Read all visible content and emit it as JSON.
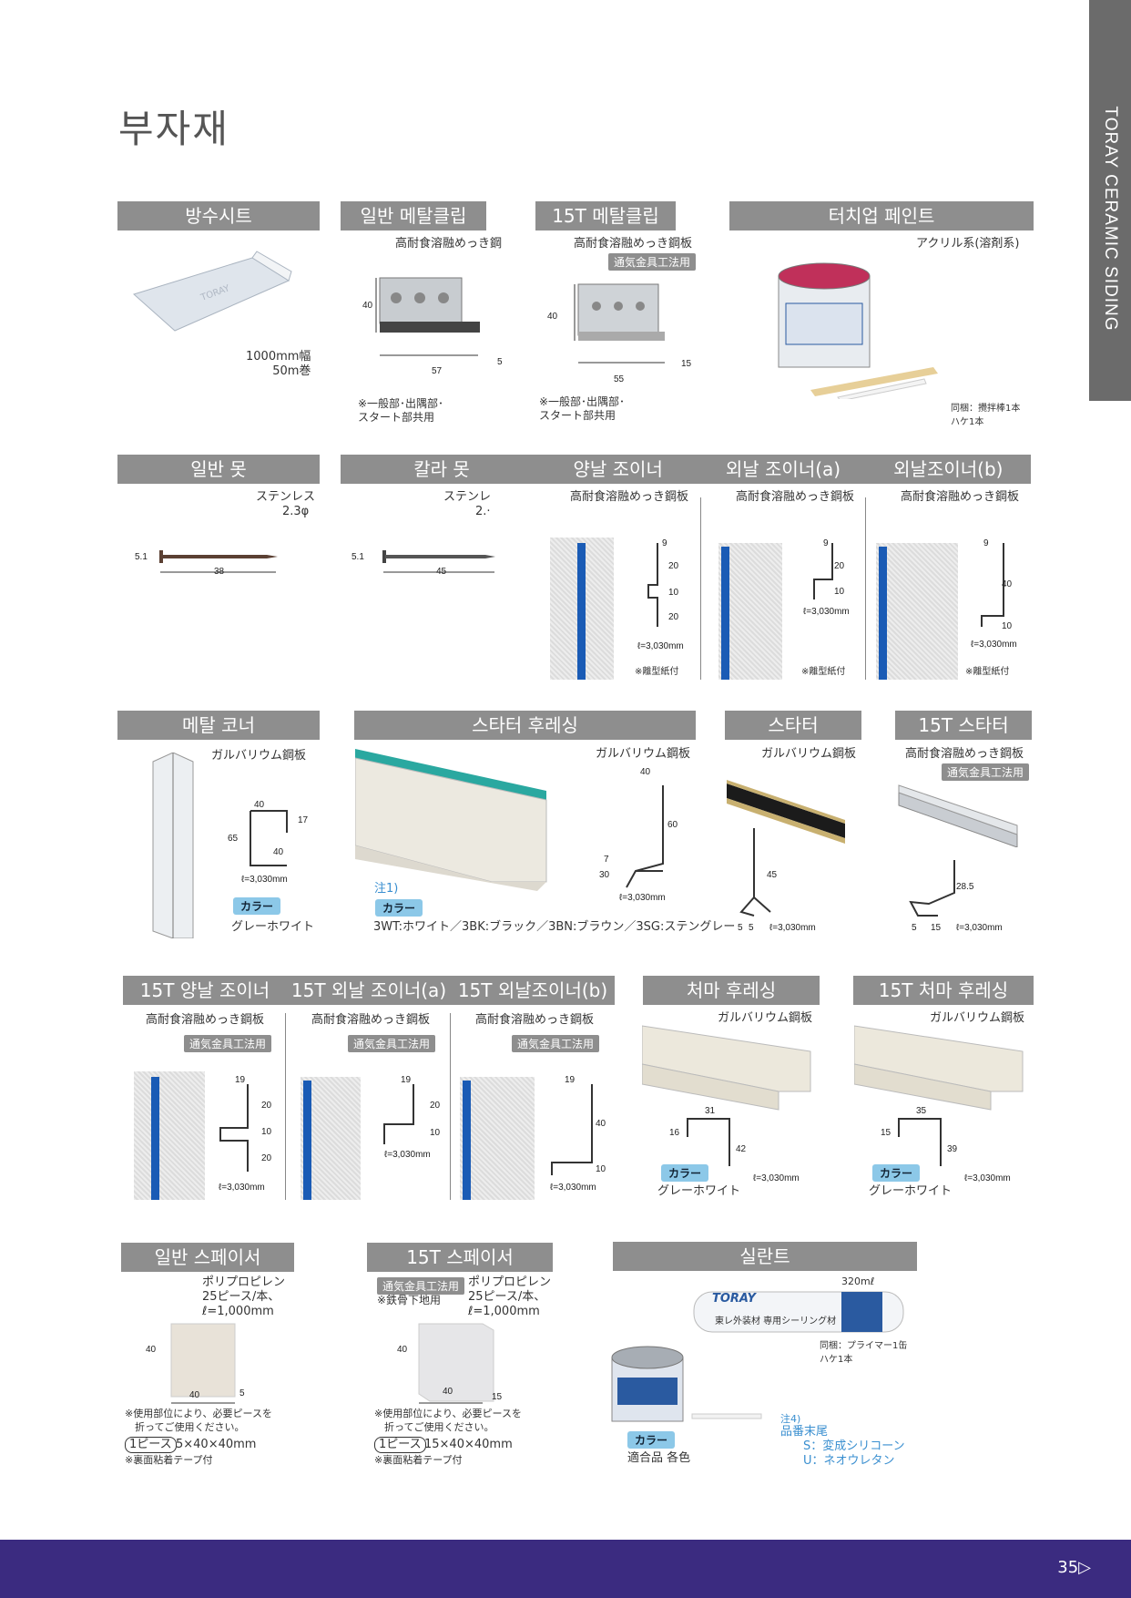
{
  "page": {
    "title": "부자재",
    "side_tab": "TORAY CERAMIC SIDING",
    "page_number": "35▷"
  },
  "r1": {
    "waterproof": {
      "title": "방수시트",
      "spec": "1000mm幅\n50m巻"
    },
    "metal_clip": {
      "title": "일반 메탈클립",
      "material": "高耐食溶融めっき鋼",
      "dims": [
        "40",
        "57",
        "5"
      ],
      "note": "※一般部･出隅部･\nスタート部共用"
    },
    "clip15": {
      "title": "15T 메탈클립",
      "material": "高耐食溶融めっき鋼板",
      "badge": "通気金具工法用",
      "dims": [
        "40",
        "55",
        "15"
      ],
      "note": "※一般部･出隅部･\nスタート部共用"
    },
    "paint": {
      "title": "터치업 페인트",
      "material": "アクリル系(溶剤系)",
      "note": "同梱：攪拌棒1本\nハケ1本"
    }
  },
  "r2": {
    "nail": {
      "title": "일반 못",
      "material": "ステンレス",
      "spec": "2.3φ",
      "dims": [
        "5.1",
        "38"
      ]
    },
    "color_nail": {
      "title": "칼라 못",
      "material": "ステンレ",
      "spec": "2.·",
      "dims": [
        "5.1",
        "45"
      ]
    },
    "joiner": {
      "titles": [
        "양날 조이너",
        "외날 조이너(a)",
        "외날조이너(b)"
      ],
      "material": "高耐食溶融めっき鋼板",
      "a_dims": [
        "9",
        "20",
        "10",
        "20"
      ],
      "b_dims": [
        "9",
        "20",
        "10"
      ],
      "c_dims": [
        "9",
        "40",
        "10"
      ],
      "length": "ℓ=3,030mm",
      "note": "※離型紙付"
    }
  },
  "r3": {
    "corner": {
      "title": "메탈 코너",
      "material": "ガルバリウム鋼板",
      "dims": [
        "40",
        "17",
        "65",
        "40"
      ],
      "length": "ℓ=3,030mm",
      "color_label": "カラー",
      "color_value": "グレーホワイト"
    },
    "starter_flashing": {
      "title": "스타터 후레싱",
      "material": "ガルバリウム鋼板",
      "dims": [
        "40",
        "60",
        "30",
        "7"
      ],
      "length": "ℓ=3,030mm",
      "note_ref": "注1)",
      "color_label": "カラー",
      "colors": "3WT:ホワイト／3BK:ブラック／3BN:ブラウン／3SG:ステングレー"
    },
    "starter": {
      "title": "스타터",
      "material": "ガルバリウム鋼板",
      "dims": [
        "45",
        "5",
        "5"
      ],
      "length": "ℓ=3,030mm"
    },
    "starter15": {
      "title": "15T 스타터",
      "material": "高耐食溶融めっき鋼板",
      "badge": "通気金具工法用",
      "dims": [
        "28.5",
        "5",
        "15"
      ],
      "length": "ℓ=3,030mm"
    }
  },
  "r4": {
    "joiner15": {
      "titles": [
        "15T 양날 조이너",
        "15T 외날 조이너(a)",
        "15T 외날조이너(b)"
      ],
      "material": "高耐食溶融めっき鋼板",
      "badge": "通気金具工法用",
      "a_dims": [
        "19",
        "20",
        "10",
        "20"
      ],
      "b_dims": [
        "19",
        "20",
        "10"
      ],
      "c_dims": [
        "19",
        "40",
        "10"
      ],
      "length": "ℓ=3,030mm"
    },
    "eave": {
      "title": "처마 후레싱",
      "material": "ガルバリウム鋼板",
      "dims": [
        "31",
        "16",
        "42"
      ],
      "length": "ℓ=3,030mm",
      "color_label": "カラー",
      "color_value": "グレーホワイト"
    },
    "eave15": {
      "title": "15T 처마 후레싱",
      "material": "ガルバリウム鋼板",
      "dims": [
        "35",
        "15",
        "39"
      ],
      "length": "ℓ=3,030mm",
      "color_label": "カラー",
      "color_value": "グレーホワイト"
    }
  },
  "r5": {
    "spacer": {
      "title": "일반 스페이서",
      "material": "ポリプロピレン",
      "spec": "25ピース/本、\nℓ=1,000mm",
      "dims": [
        "40",
        "40",
        "5"
      ],
      "note": "※使用部位により、必要ピースを\n　折ってご使用ください。",
      "piece_label": "1ピース",
      "piece_size": "5×40×40mm",
      "tape": "※裏面粘着テープ付"
    },
    "spacer15": {
      "title": "15T 스페이서",
      "badge": "通気金具工法用",
      "sub": "※鉄骨下地用",
      "material": "ポリプロピレン",
      "spec": "25ピース/本、\nℓ=1,000mm",
      "dims": [
        "40",
        "40",
        "15"
      ],
      "note": "※使用部位により、必要ピースを\n　折ってご使用ください。",
      "piece_label": "1ピース",
      "piece_size": "15×40×40mm",
      "tape": "※裏面粘着テープ付"
    },
    "sealant": {
      "title": "실란트",
      "volume": "320mℓ",
      "brand": "TORAY",
      "tube_text": "東レ外装材 専用シーリング材",
      "bundle": "同梱：プライマー1缶\nハケ1本",
      "color_label": "カラー",
      "color_value": "適合品 各色",
      "note_ref": "注4)",
      "note_title": "品番末尾",
      "types": [
        "S：変成シリコーン",
        "U：ネオウレタン"
      ]
    }
  },
  "colors": {
    "header": "#8e8e8e",
    "footer": "#3b2b80",
    "badge_blue": "#8cc8e8",
    "joiner_blue": "#1a5bb5"
  }
}
